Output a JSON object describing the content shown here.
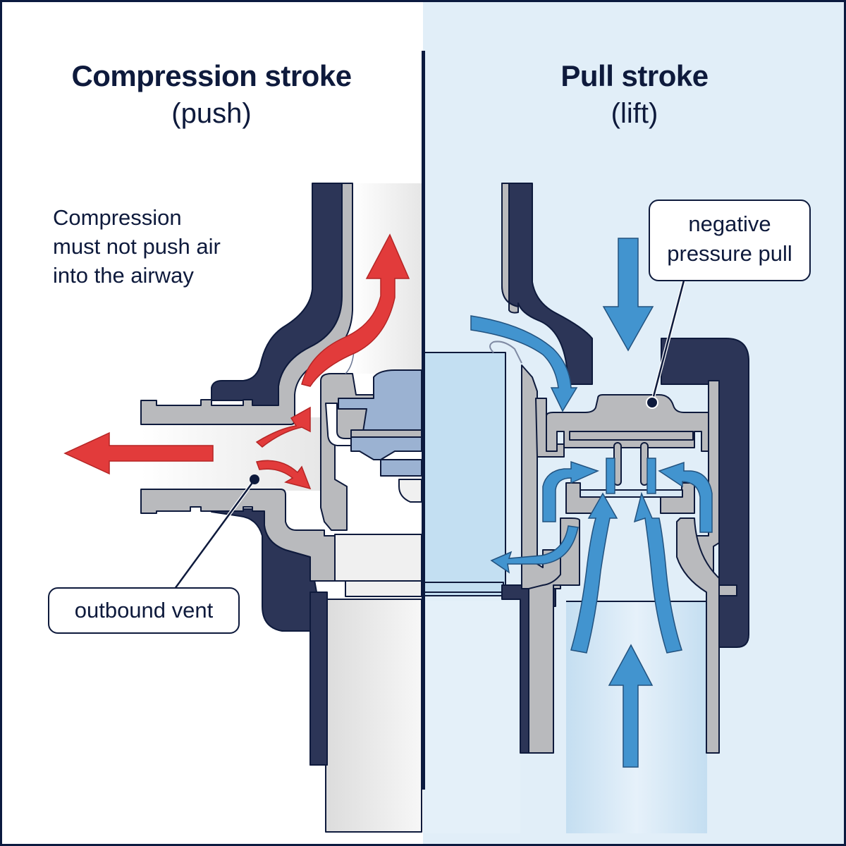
{
  "left_panel": {
    "title": "Compression stroke",
    "subtitle": "(push)",
    "note_lines": [
      "Compression",
      "must not push air",
      "into the airway"
    ],
    "callout": "outbound vent",
    "arrow_color": "#e23b3b",
    "background": "#ffffff"
  },
  "right_panel": {
    "title": "Pull stroke",
    "subtitle": "(lift)",
    "callout_lines": [
      "negative",
      "pressure pull"
    ],
    "arrow_color": "#4294cf",
    "background": "#e1eef8"
  },
  "colors": {
    "housing": "#2c3557",
    "valve_part": "#b9babd",
    "outline": "#0e1a3c",
    "valve_disc_left": "#9bb2d2"
  }
}
